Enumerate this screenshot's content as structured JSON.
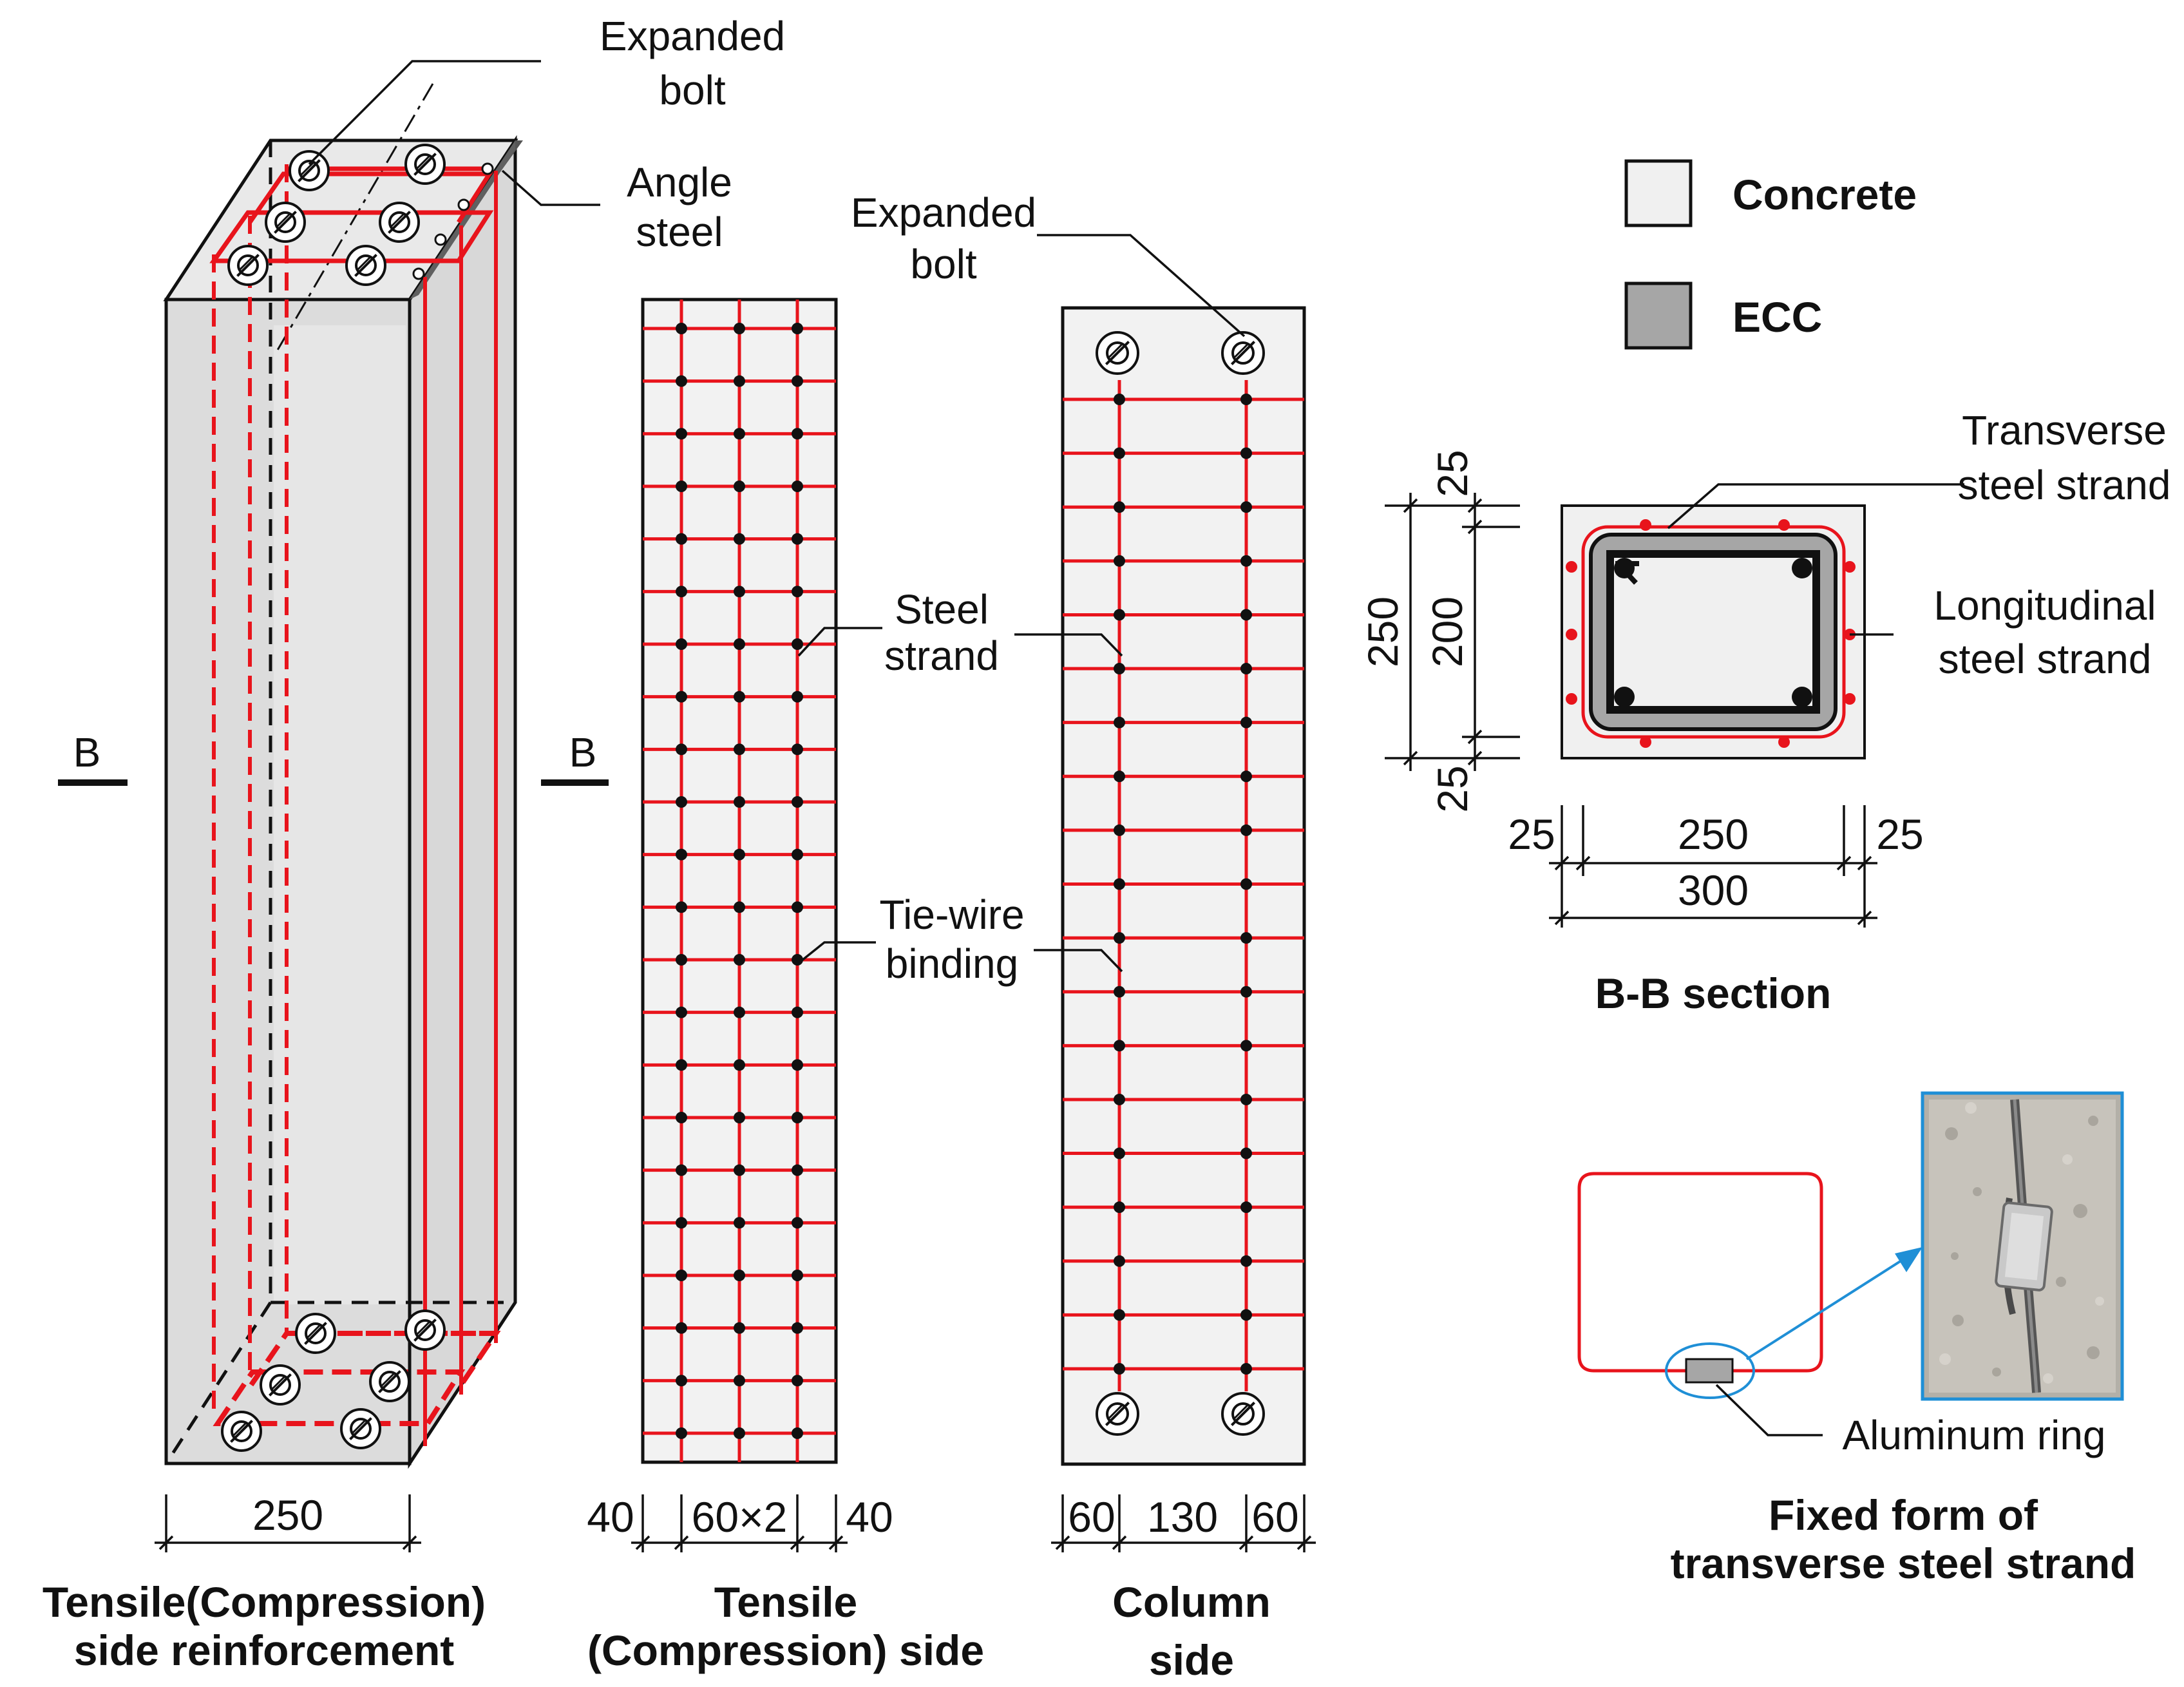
{
  "panel_3d": {
    "label_expanded_bolt": [
      "Expanded",
      "bolt"
    ],
    "label_angle_steel": [
      "Angle",
      "steel"
    ],
    "section_mark": "B",
    "dim_width": "250",
    "caption": [
      "Tensile(Compression)",
      "side reinforcement"
    ]
  },
  "panel_tensile": {
    "section_mark": "B",
    "label_steel_strand": [
      "Steel",
      "strand"
    ],
    "label_tie_wire": [
      "Tie-wire",
      "binding"
    ],
    "dims": [
      "40",
      "60×2",
      "40"
    ],
    "caption": [
      "Tensile",
      "(Compression) side"
    ]
  },
  "panel_column": {
    "label_expanded_bolt": [
      "Expanded",
      "bolt"
    ],
    "dims": [
      "60",
      "130",
      "60"
    ],
    "caption": [
      "Column",
      "side"
    ]
  },
  "legend": {
    "items": [
      {
        "label": "Concrete",
        "color": "#f0f0f0"
      },
      {
        "label": "ECC",
        "color": "#a6a6a6"
      }
    ]
  },
  "section_bb": {
    "label_transverse": [
      "Transverse",
      "steel strand"
    ],
    "label_longitudinal": [
      "Longitudinal",
      "steel strand"
    ],
    "dims_vertical": [
      "25",
      "250",
      "200",
      "25"
    ],
    "dims_horizontal": [
      "25",
      "250",
      "25",
      "300"
    ],
    "caption": "B-B section"
  },
  "fixed_form": {
    "label_aluminum_ring": "Aluminum ring",
    "caption": [
      "Fixed form of",
      "transverse steel strand"
    ]
  },
  "colors": {
    "strand": "#e8141c",
    "concrete": "#f0f0f0",
    "concrete_side": "#d9d9d9",
    "ecc": "#a6a6a6",
    "leader": "#111111",
    "callout": "#1f8fd6"
  }
}
